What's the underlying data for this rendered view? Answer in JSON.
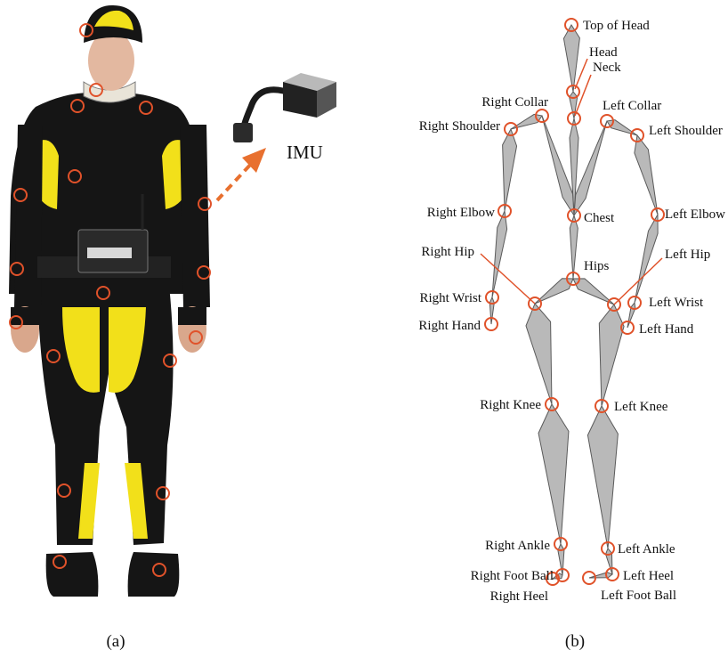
{
  "colors": {
    "marker": "#e0522a",
    "arrow": "#e8702f",
    "bone_fill": "#b9b9b9",
    "bone_stroke": "#5a5a5a",
    "suit_black": "#141414",
    "suit_yellow": "#f2e01a"
  },
  "panel_a": {
    "caption": "(a)",
    "device_label": "IMU"
  },
  "panel_b": {
    "caption": "(b)",
    "joints": [
      "Top of Head",
      "Head",
      "Neck",
      "Right Collar",
      "Left Collar",
      "Right Shoulder",
      "Left Shoulder",
      "Right Elbow",
      "Chest",
      "Left Elbow",
      "Right Hip",
      "Left Hip",
      "Hips",
      "Right Wrist",
      "Left Wrist",
      "Right Hand",
      "Left Hand",
      "Right Knee",
      "Left Knee",
      "Right Ankle",
      "Left Ankle",
      "Right Foot Ball",
      "Left Heel",
      "Right Heel",
      "Left Foot Ball"
    ]
  }
}
